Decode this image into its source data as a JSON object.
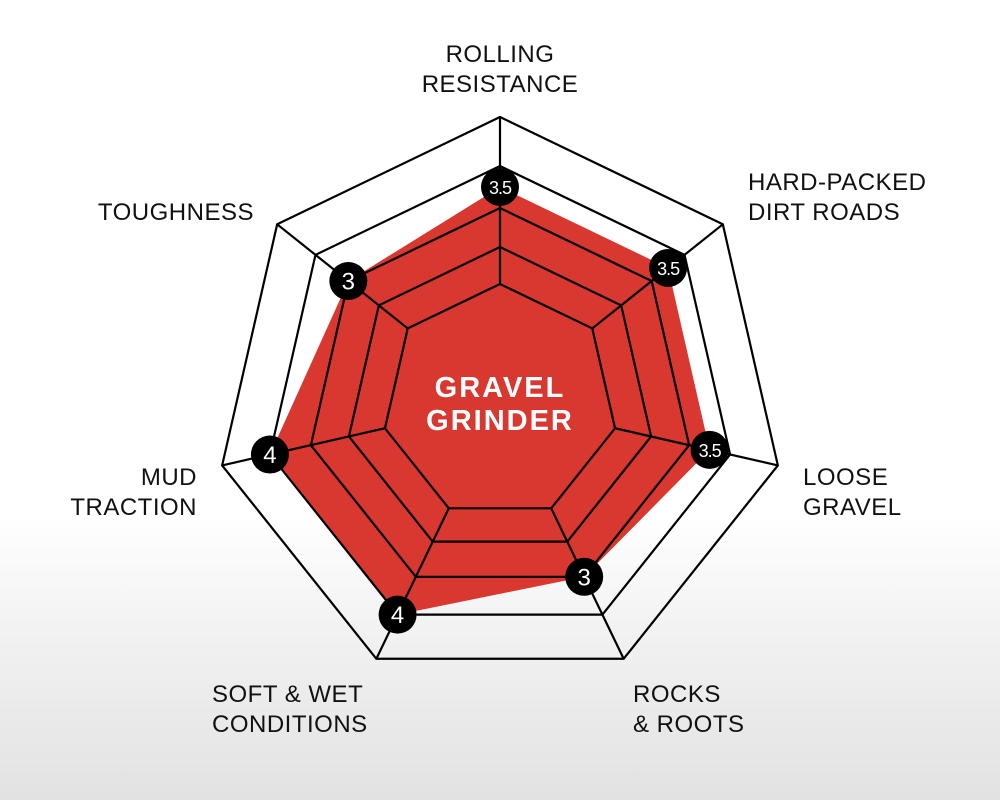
{
  "chart_data": {
    "type": "radar",
    "title": "GRAVEL GRINDER",
    "scale": {
      "min": 1,
      "max": 5,
      "rings": [
        1,
        2,
        3,
        4,
        5
      ]
    },
    "axes": [
      {
        "label_lines": [
          "ROLLING",
          "RESISTANCE"
        ],
        "value": 3.5,
        "badge": "3.5"
      },
      {
        "label_lines": [
          "HARD-PACKED",
          "DIRT ROADS"
        ],
        "value": 3.5,
        "badge": "3.5"
      },
      {
        "label_lines": [
          "LOOSE",
          "GRAVEL"
        ],
        "value": 3.5,
        "badge": "3.5"
      },
      {
        "label_lines": [
          "ROCKS",
          "& ROOTS"
        ],
        "value": 3,
        "badge": "3"
      },
      {
        "label_lines": [
          "SOFT & WET",
          "CONDITIONS"
        ],
        "value": 4,
        "badge": "4"
      },
      {
        "label_lines": [
          "MUD",
          "TRACTION"
        ],
        "value": 4,
        "badge": "4"
      },
      {
        "label_lines": [
          "TOUGHNESS"
        ],
        "value": 3,
        "badge": "3"
      }
    ],
    "categories": [
      "ROLLING RESISTANCE",
      "HARD-PACKED DIRT ROADS",
      "LOOSE GRAVEL",
      "ROCKS & ROOTS",
      "SOFT & WET CONDITIONS",
      "MUD TRACTION",
      "TOUGHNESS"
    ],
    "values": [
      3.5,
      3.5,
      3.5,
      3,
      4,
      4,
      3
    ],
    "grid": true,
    "legend": null
  },
  "colors": {
    "fill": "#d93831",
    "grid_line": "#000000",
    "badge_bg": "#000000",
    "badge_text": "#ffffff"
  },
  "center": {
    "line1": "GRAVEL",
    "line2": "GRINDER"
  }
}
